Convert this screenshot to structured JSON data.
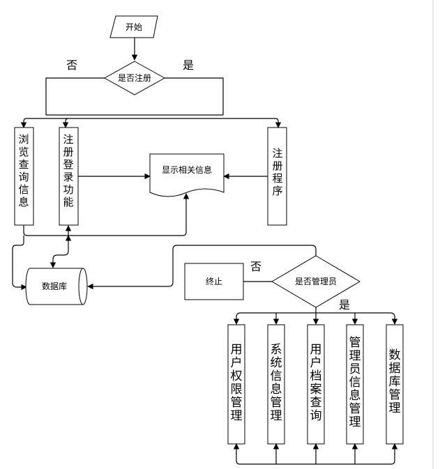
{
  "nodes": {
    "start": "开始",
    "register_check": "是否注册",
    "browse": "浏览查询信息",
    "login": "注册登录功能",
    "display": "显示相关信息",
    "register_proc": "注册程序",
    "database": "数据库",
    "end": "终止",
    "admin_check": "是否管理员",
    "user_perm": "用户权限管理",
    "sys_info": "系统信息管理",
    "user_archive": "用户档案查询",
    "admin_info": "管理员信息管理",
    "db_manage": "数据库管理"
  },
  "edge_labels": {
    "register_no": "否",
    "register_yes": "是",
    "admin_no": "否",
    "admin_yes": "是"
  }
}
